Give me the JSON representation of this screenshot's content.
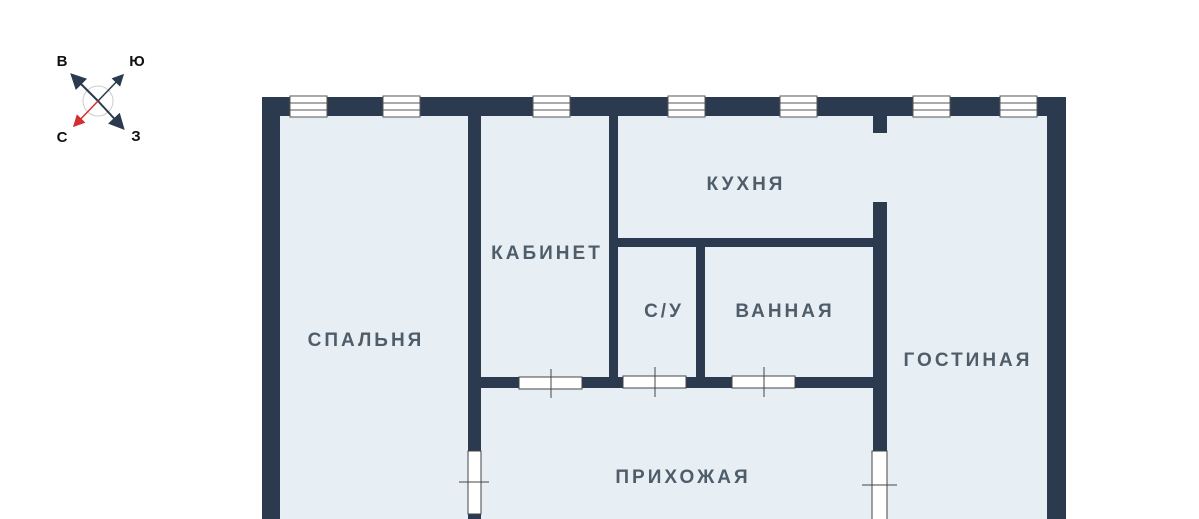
{
  "compass": {
    "north": "С",
    "south": "Ю",
    "east": "В",
    "west": "З",
    "north_color": "#d32f2f"
  },
  "rooms": {
    "bedroom": "СПАЛЬНЯ",
    "study": "КАБИНЕТ",
    "kitchen": "КУХНЯ",
    "toilet": "С/У",
    "bathroom": "ВАННАЯ",
    "living_room": "ГОСТИНАЯ",
    "hallway": "ПРИХОЖАЯ"
  },
  "colors": {
    "wall": "#2b3a4e",
    "floor": "#e8eff4",
    "label": "#4f5d6a"
  }
}
